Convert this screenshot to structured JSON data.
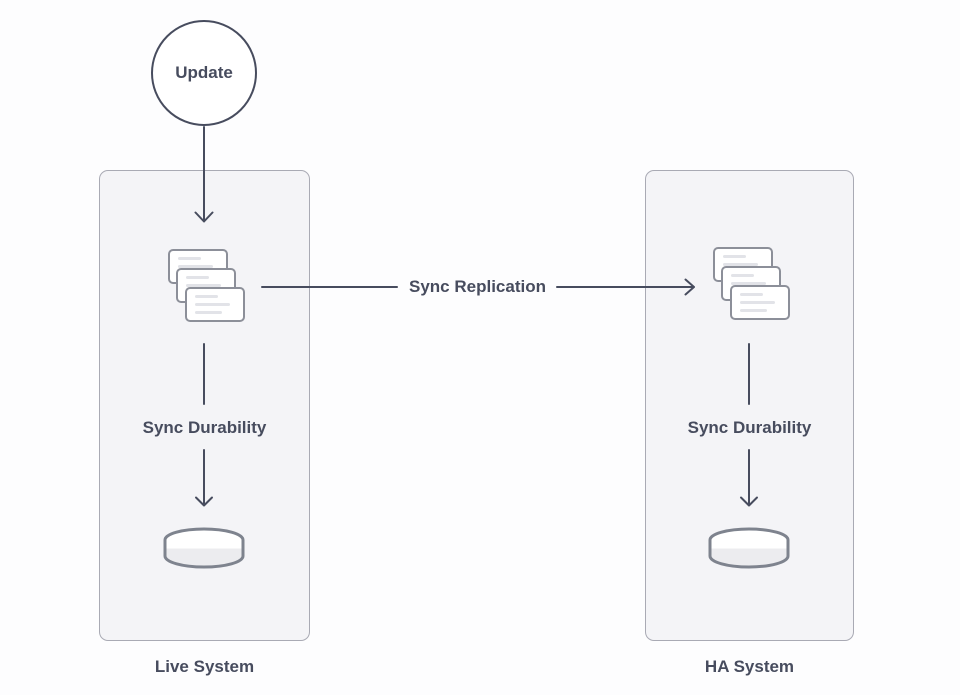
{
  "diagram": {
    "update_node": {
      "label": "Update"
    },
    "replication_flow": {
      "label": "Sync Replication"
    },
    "panels": [
      {
        "caption": "Live System",
        "durability_label": "Sync Durability",
        "icons": [
          "document-stack-icon",
          "database-icon"
        ]
      },
      {
        "caption": "HA System",
        "durability_label": "Sync Durability",
        "icons": [
          "document-stack-icon",
          "database-icon"
        ]
      }
    ],
    "colors": {
      "background": "#fdfdfe",
      "panel_fill": "#f4f4f7",
      "panel_border": "#a9aab4",
      "line_stroke": "#474c5e",
      "text": "#474c5e",
      "card_border": "#8c8f99",
      "card_fill": "#ffffff",
      "card_line": "#e2e3e8",
      "cylinder_border": "#7e838e",
      "cylinder_fill": "#ffffff",
      "cylinder_band": "#ececef"
    }
  }
}
